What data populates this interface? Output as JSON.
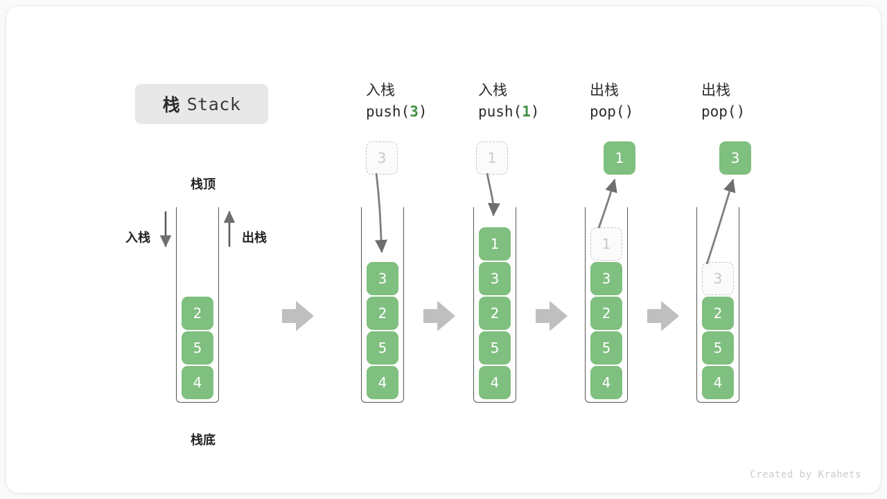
{
  "title": {
    "cn": "栈",
    "en": "Stack"
  },
  "legend": {
    "top_label": "栈顶",
    "bottom_label": "栈底",
    "push_label": "入栈",
    "pop_label": "出栈"
  },
  "credit": "Created by Krahets",
  "colors": {
    "cell_fill": "#7fbf7f",
    "cell_text": "#ffffff",
    "ghost_border": "#c4c4c4",
    "ghost_text": "#c9c9c9",
    "arrow": "#6e6e6e",
    "block_arrow": "#bfbfbf",
    "accent_green": "#3e9142",
    "badge_bg": "#e8e8e8"
  },
  "stages": [
    {
      "id": "initial",
      "op_cn": "",
      "op_code": "",
      "op_arg": "",
      "stack": [
        "2",
        "5",
        "4"
      ],
      "float_cell": null,
      "ghost_in_stack": null
    },
    {
      "id": "push-3",
      "op_cn": "入栈",
      "op_code_pre": "push(",
      "op_arg": "3",
      "op_code_post": ")",
      "stack": [
        "3",
        "2",
        "5",
        "4"
      ],
      "float_cell": {
        "value": "3",
        "style": "ghost"
      },
      "ghost_in_stack": null
    },
    {
      "id": "push-1",
      "op_cn": "入栈",
      "op_code_pre": "push(",
      "op_arg": "1",
      "op_code_post": ")",
      "stack": [
        "1",
        "3",
        "2",
        "5",
        "4"
      ],
      "float_cell": {
        "value": "1",
        "style": "ghost"
      },
      "ghost_in_stack": null
    },
    {
      "id": "pop-1",
      "op_cn": "出栈",
      "op_code_pre": "pop(",
      "op_arg": "",
      "op_code_post": ")",
      "stack": [
        "3",
        "2",
        "5",
        "4"
      ],
      "float_cell": {
        "value": "1",
        "style": "solid"
      },
      "ghost_in_stack": {
        "value": "1"
      }
    },
    {
      "id": "pop-3",
      "op_cn": "出栈",
      "op_code_pre": "pop(",
      "op_arg": "",
      "op_code_post": ")",
      "stack": [
        "2",
        "5",
        "4"
      ],
      "float_cell": {
        "value": "3",
        "style": "solid"
      },
      "ghost_in_stack": {
        "value": "3"
      }
    }
  ],
  "cells": {
    "s0": [
      "2",
      "5",
      "4"
    ],
    "s1": [
      "3",
      "2",
      "5",
      "4"
    ],
    "s2": [
      "1",
      "3",
      "2",
      "5",
      "4"
    ],
    "s3_ghost": "1",
    "s3": [
      "3",
      "2",
      "5",
      "4"
    ],
    "s4_ghost": "3",
    "s4": [
      "2",
      "5",
      "4"
    ],
    "f1": "3",
    "f2": "1",
    "f3": "1",
    "f4": "3"
  },
  "ops": {
    "o1_cn": "入栈",
    "o1_pre": "push(",
    "o1_arg": "3",
    "o1_post": ")",
    "o2_cn": "入栈",
    "o2_pre": "push(",
    "o2_arg": "1",
    "o2_post": ")",
    "o3_cn": "出栈",
    "o3_code": "pop()",
    "o4_cn": "出栈",
    "o4_code": "pop()"
  }
}
